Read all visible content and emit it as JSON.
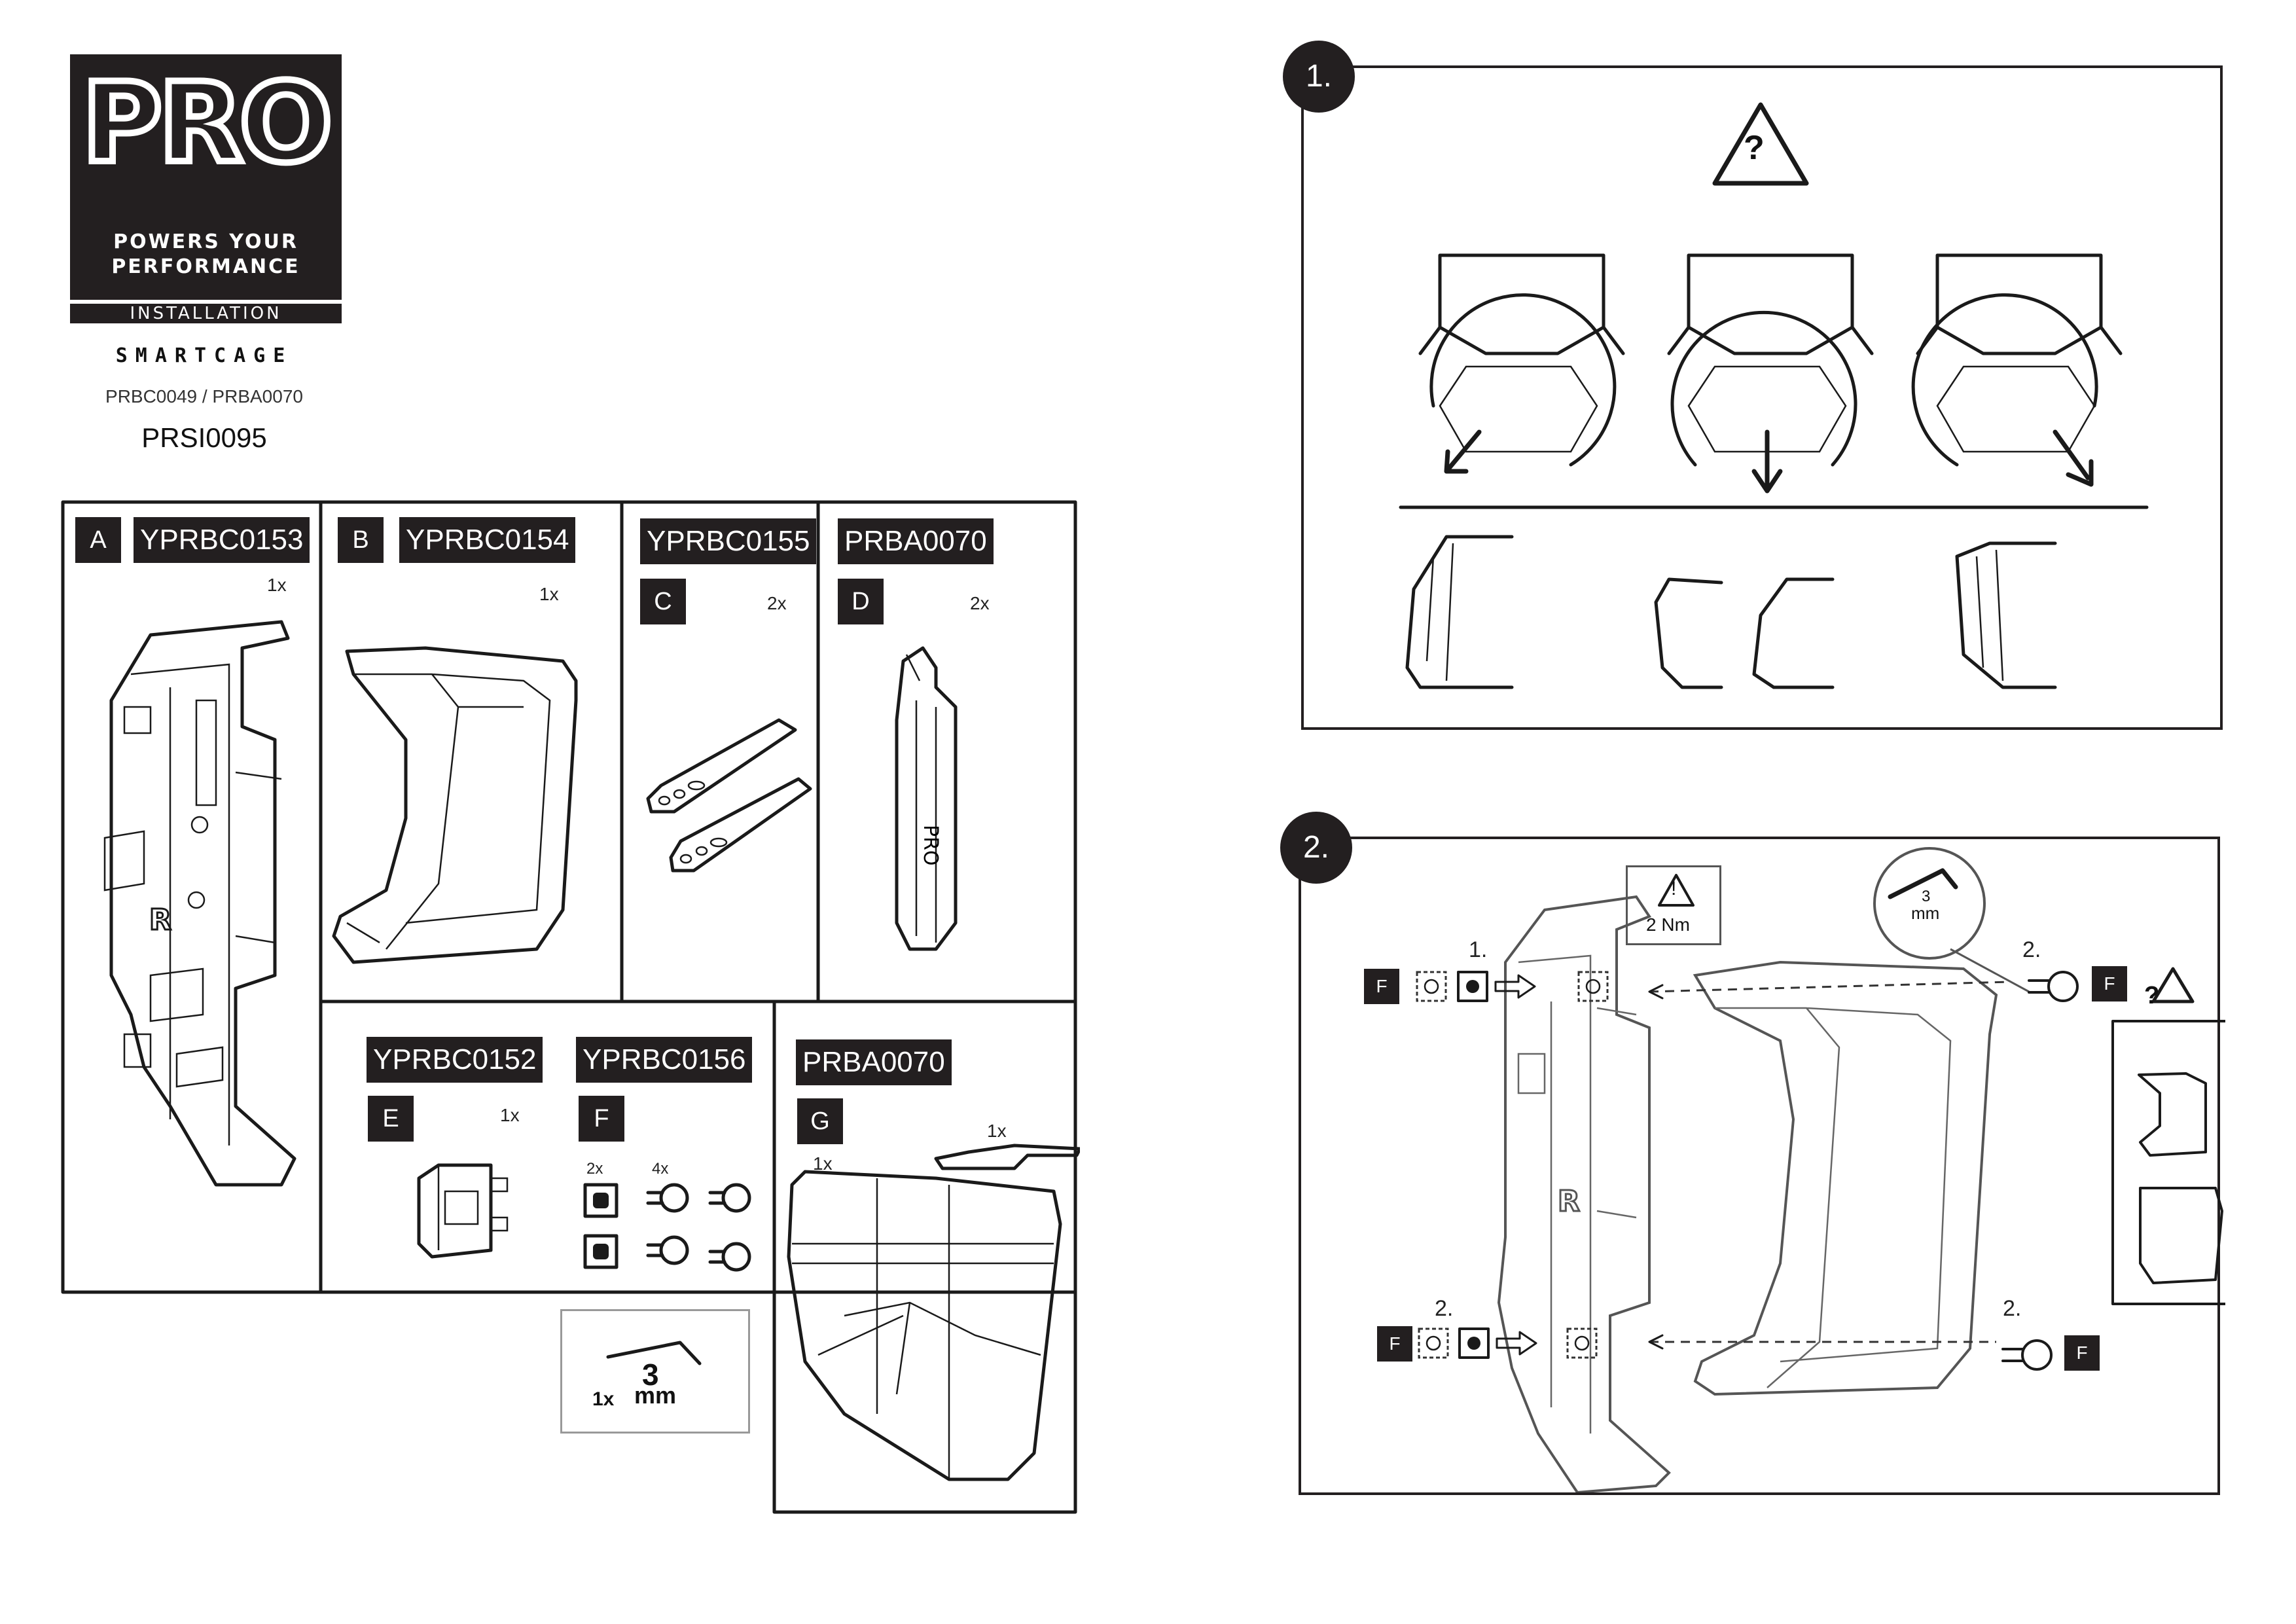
{
  "brand": {
    "logo_text": "PRO",
    "tagline_1": "POWERS YOUR",
    "tagline_2": "PERFORMANCE",
    "section": "INSTALLATION"
  },
  "product": {
    "name": "SMARTCAGE",
    "codes": "PRBC0049  /  PRBA0070",
    "doc_code": "PRSI0095"
  },
  "parts": {
    "A": {
      "letter": "A",
      "code": "YPRBC0153",
      "qty": "1x"
    },
    "B": {
      "letter": "B",
      "code": "YPRBC0154",
      "qty": "1x"
    },
    "C": {
      "letter": "C",
      "code": "YPRBC0155",
      "qty": "2x"
    },
    "D": {
      "letter": "D",
      "code": "PRBA0070",
      "qty": "2x"
    },
    "E": {
      "letter": "E",
      "code": "YPRBC0152",
      "qty": "1x"
    },
    "F": {
      "letter": "F",
      "code": "YPRBC0156",
      "qty_nut": "2x",
      "qty_bolt": "4x"
    },
    "G": {
      "letter": "G",
      "code": "PRBA0070",
      "qty_a": "1x",
      "qty_b": "1x"
    }
  },
  "tool": {
    "size": "3",
    "unit": "mm",
    "qty": "1x"
  },
  "step1": {
    "number": "1.",
    "warning": "?"
  },
  "step2": {
    "number": "2.",
    "warning": "!",
    "torque": "2 Nm",
    "tool_size": "3",
    "tool_unit": "mm",
    "sub1": "1.",
    "sub2": "2.",
    "sub2b": "2.",
    "sub2c": "2.",
    "part_f": "F",
    "inset_warning": "?"
  }
}
